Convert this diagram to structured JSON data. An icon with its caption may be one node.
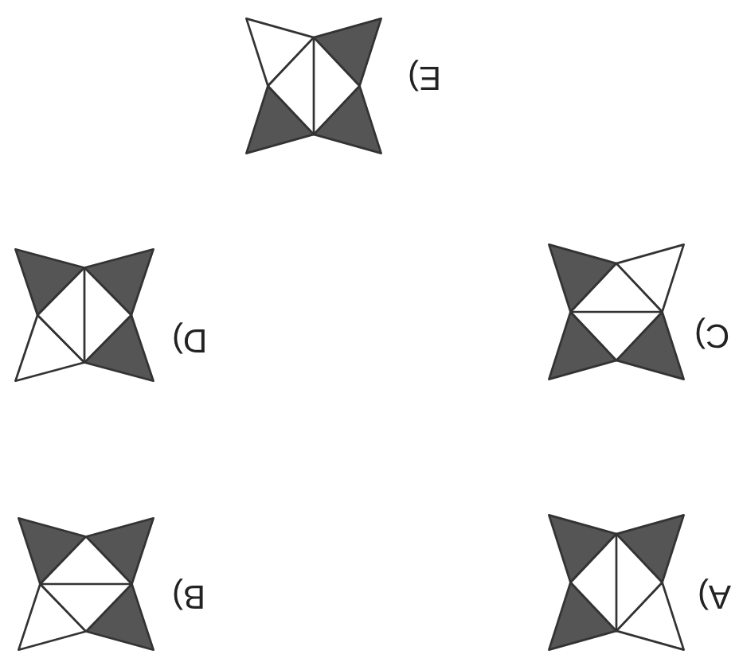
{
  "diagram": {
    "labels": [
      "E)",
      "D)",
      "C)",
      "B)",
      "A)"
    ]
  }
}
